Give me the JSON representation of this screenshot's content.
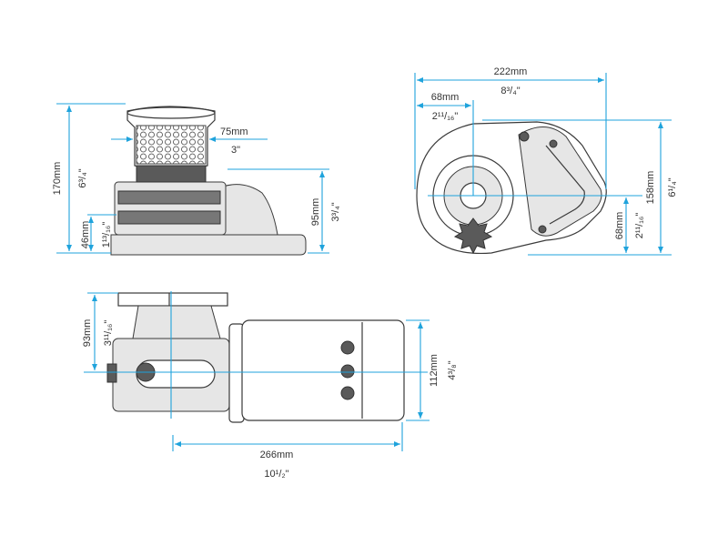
{
  "side_view": {
    "height_total_mm": "170mm",
    "height_total_in": "6³/₄\"",
    "drum_dia_mm": "75mm",
    "drum_dia_in": "3\"",
    "base_to_gypsy_mm": "95mm",
    "base_to_gypsy_in": "3³/₄\"",
    "deck_to_axis_mm": "46mm",
    "deck_to_axis_in": "1¹³/₁₆\""
  },
  "top_view": {
    "length_mm": "222mm",
    "length_in": "8³/₄\"",
    "offset_mm": "68mm",
    "offset_in": "2¹¹/₁₆\"",
    "width_mm": "158mm",
    "width_in": "6¹/₄\"",
    "axis_offset_mm": "68mm",
    "axis_offset_in": "2¹¹/₁₆\""
  },
  "motor_view": {
    "center_offset_mm": "93mm",
    "center_offset_in": "3¹¹/₁₆\"",
    "motor_dia_mm": "112mm",
    "motor_dia_in": "4³/₈\"",
    "motor_length_mm": "266mm",
    "motor_length_in": "10¹/₂\""
  },
  "colors": {
    "dimension": "#1fa3dc",
    "outline": "#3a3a3a"
  }
}
